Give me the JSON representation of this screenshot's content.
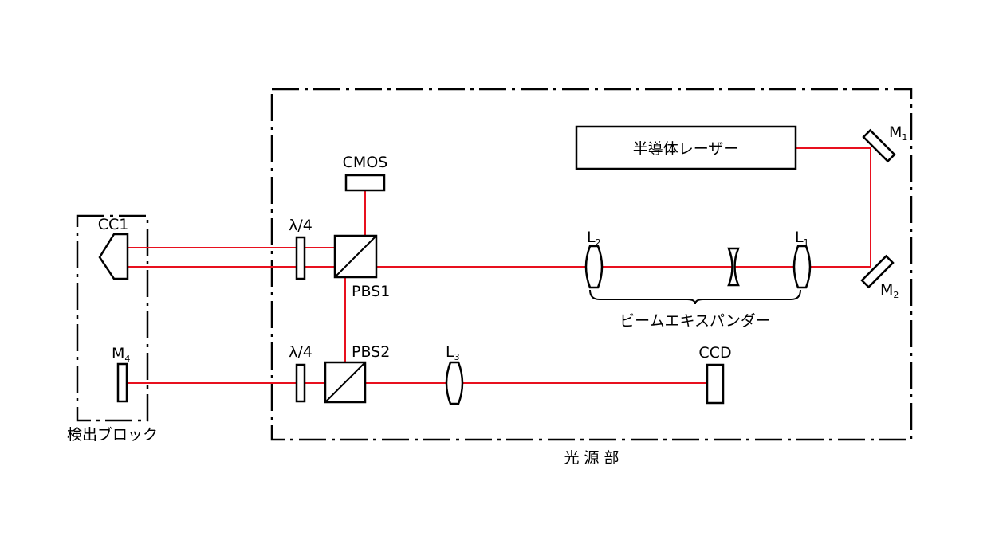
{
  "labels": {
    "laser": "半導体レーザー",
    "m1": "M",
    "m1_sub": "1",
    "m2": "M",
    "m2_sub": "2",
    "m4": "M",
    "m4_sub": "4",
    "l1": "L",
    "l1_sub": "1",
    "l2": "L",
    "l2_sub": "2",
    "l3": "L",
    "l3_sub": "3",
    "cmos": "CMOS",
    "ccd": "CCD",
    "pbs1": "PBS1",
    "pbs2": "PBS2",
    "qwp_top": "λ/4",
    "qwp_bottom": "λ/4",
    "cc1": "CC1",
    "beam_expander": "ビームエキスパンダー",
    "light_source_unit": "光 源 部",
    "detection_block": "検出ブロック"
  },
  "colors": {
    "beam": "#e8101e",
    "outline": "#000000",
    "background": "#ffffff"
  }
}
